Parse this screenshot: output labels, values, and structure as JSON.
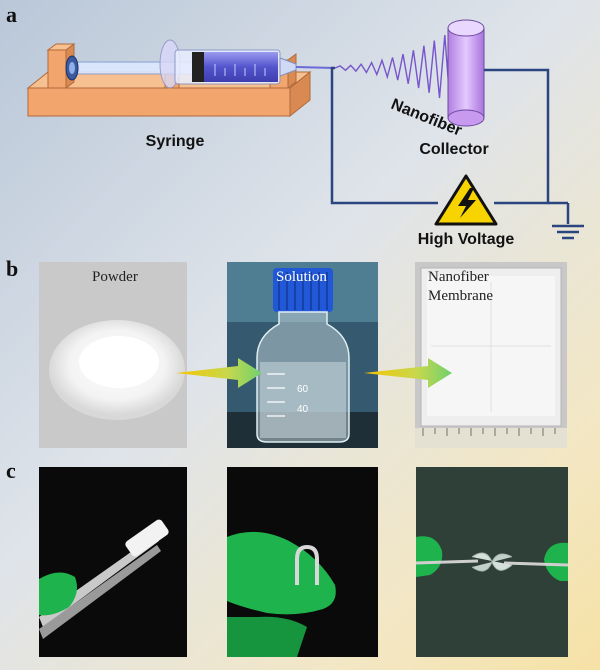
{
  "panels": {
    "a": "a",
    "b": "b",
    "c": "c"
  },
  "diagram": {
    "syringe": "Syringe",
    "nanofiber": "Nanofiber",
    "collector": "Collector",
    "high_voltage": "High Voltage"
  },
  "photos_b": {
    "powder": "Powder",
    "solution": "Solution",
    "membrane_line1": "Nanofiber",
    "membrane_line2": "Membrane"
  },
  "colors": {
    "wire": "#2a4580",
    "base": "#f2a66d",
    "syringe_fluid": "#6a6ad8",
    "collector": "#c9a0f0",
    "fiber": "#7755cc",
    "warning": "#f7d300",
    "glove": "#1eb34c"
  }
}
